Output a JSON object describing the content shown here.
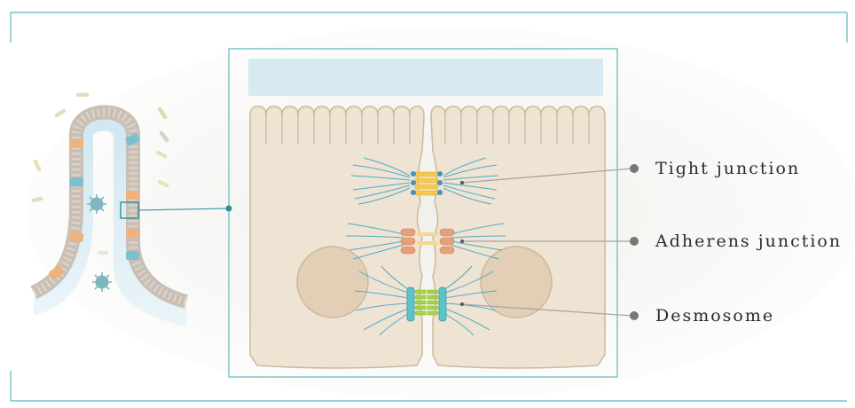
{
  "labels": {
    "tight": "Tight junction",
    "adherens": "Adherens junction",
    "desmosome": "Desmosome"
  },
  "colors": {
    "frame": "#5fb8bd",
    "cell_fill": "#efe3d3",
    "cell_stroke": "#cdb99c",
    "nucleus": "#e2cfb6",
    "fiber": "#3ba6c7",
    "tight_protein": "#f3c94e",
    "tight_knob": "#4a8fbf",
    "adherens": "#e6a07a",
    "desmo_plaque": "#5cc4c8",
    "desmo_link": "#a6d34a",
    "leader": "#9a9a9a",
    "dot": "#777777",
    "villus_orange": "#f0b27a",
    "villus_blue": "#7cc0cf",
    "mucus": "#cfe8f2",
    "virus": "#7fb7be"
  },
  "icons": [
    "virus-icon",
    "bacteria-icon"
  ]
}
